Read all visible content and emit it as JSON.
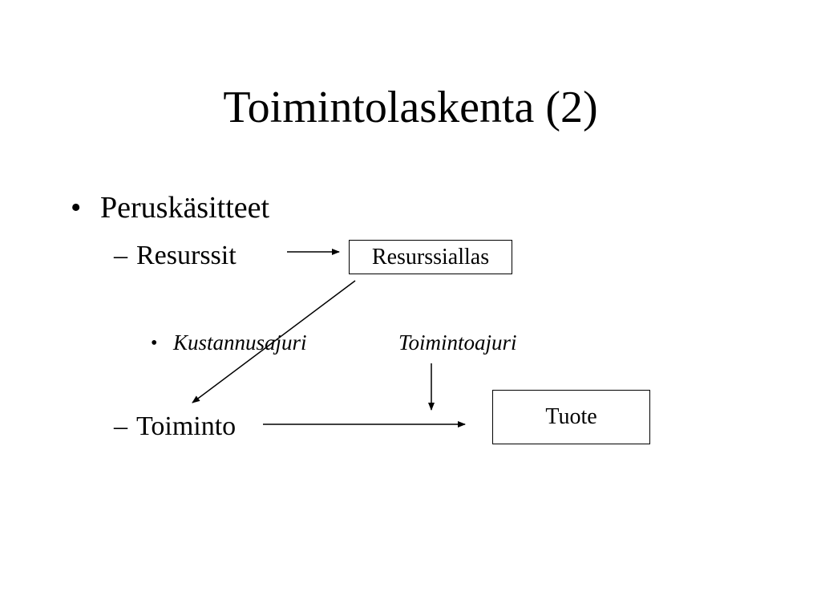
{
  "slide": {
    "title": "Toimintolaskenta (2)",
    "bullet": "•",
    "dash": "–",
    "level1": "Peruskäsitteet",
    "resources": "Resurssit",
    "activity": "Toiminto",
    "cost_driver": "Kustannusajuri",
    "activity_driver": "Toimintoajuri"
  },
  "boxes": {
    "resource_pool": "Resurssiallas",
    "product": "Tuote"
  },
  "colors": {
    "background": "#ffffff",
    "ink": "#000000"
  }
}
